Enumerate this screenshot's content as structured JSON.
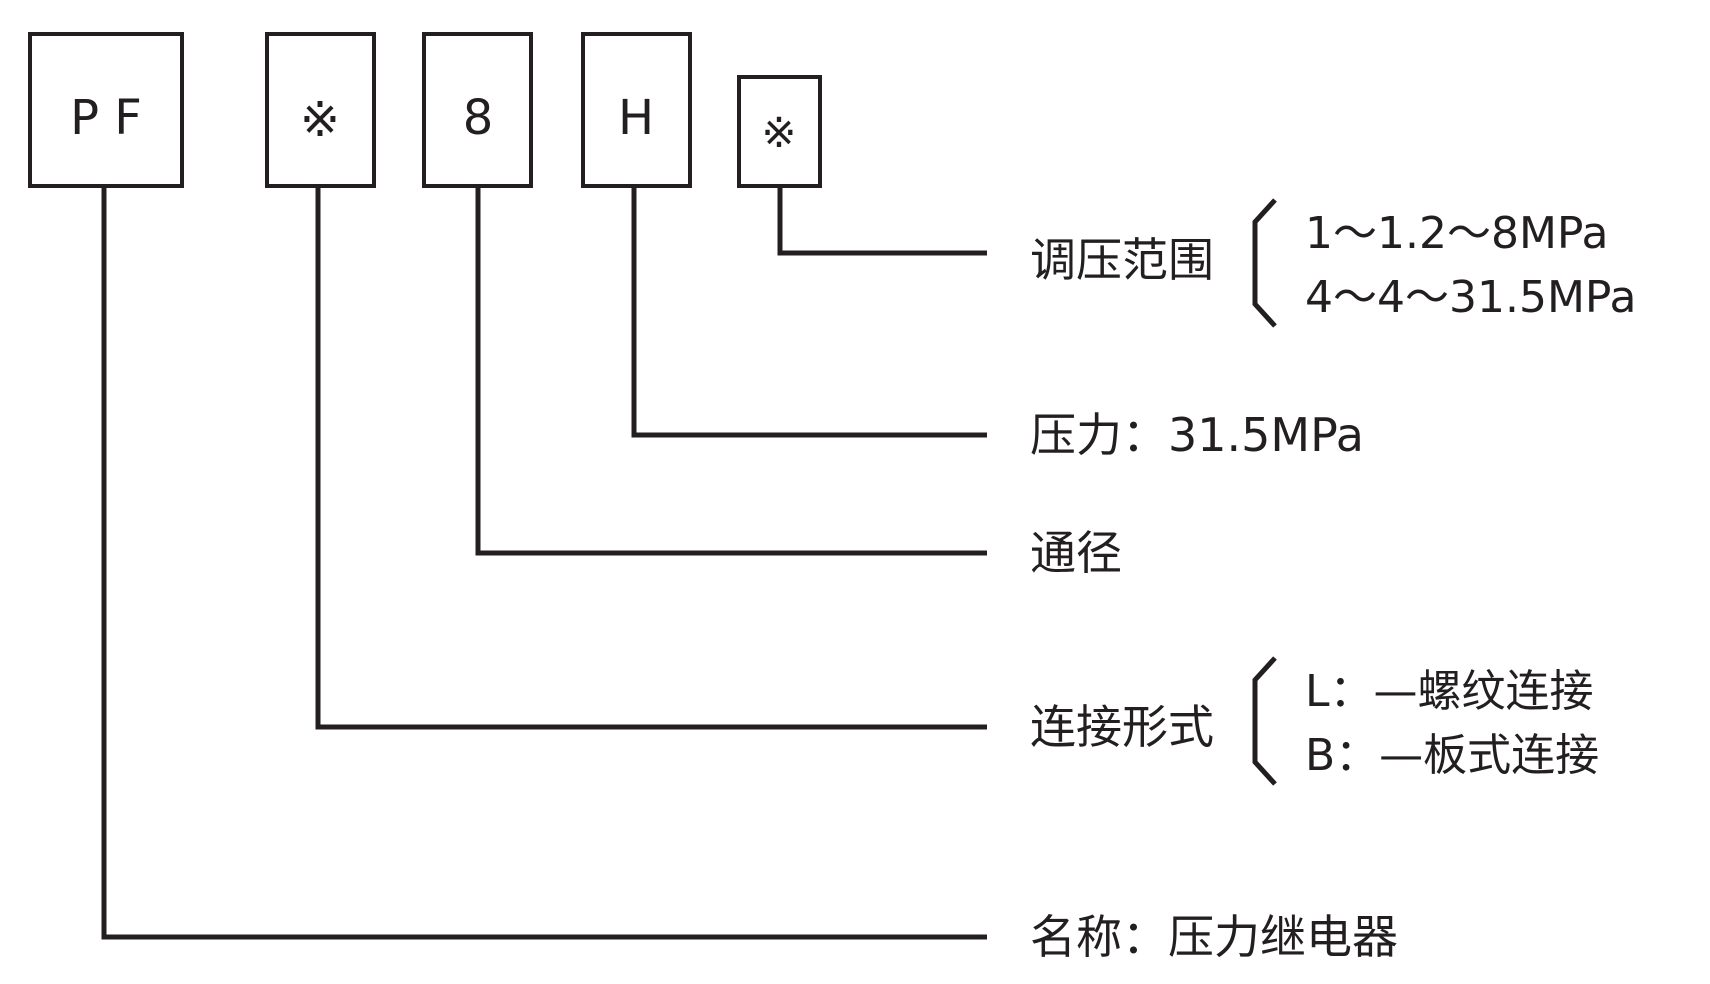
{
  "code_boxes": [
    {
      "id": "name",
      "text": "P F"
    },
    {
      "id": "connection",
      "text": "※"
    },
    {
      "id": "bore",
      "text": "8"
    },
    {
      "id": "pressure",
      "text": "H"
    },
    {
      "id": "range",
      "text": "※"
    }
  ],
  "labels": {
    "range": "调压范围",
    "pressure": "压力：31.5MPa",
    "bore": "通径",
    "connection": "连接形式",
    "name": "名称：压力继电器"
  },
  "options": {
    "range": [
      "1～1.2～8MPa",
      "4～4～31.5MPa"
    ],
    "connection": [
      "L：—螺纹连接",
      "B：—板式连接"
    ]
  }
}
